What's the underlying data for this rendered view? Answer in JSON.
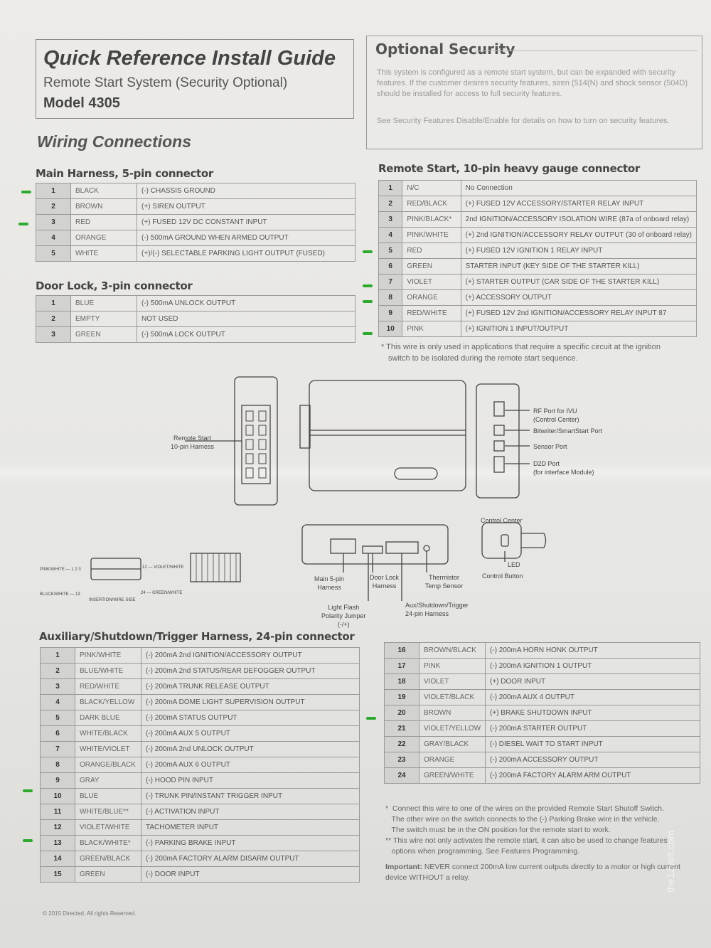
{
  "header": {
    "title": "Quick Reference Install Guide",
    "subtitle": "Remote Start System (Security Optional)",
    "model": "Model 4305"
  },
  "optional_security": {
    "heading": "Optional Security",
    "p1": "This system is configured as a remote start system, but can be expanded with security features. If the customer desires security features, siren (514(N) and shock sensor (504D) should be installed for access to full security features.",
    "p2": "See Security Features Disable/Enable for details on how to turn on security features."
  },
  "wiring_heading": "Wiring Connections",
  "main_harness": {
    "heading": "Main Harness, 5-pin connector",
    "rows": [
      {
        "pin": "1",
        "color": "BLACK",
        "func": "(-) CHASSIS GROUND"
      },
      {
        "pin": "2",
        "color": "BROWN",
        "func": "(+) SIREN OUTPUT"
      },
      {
        "pin": "3",
        "color": "RED",
        "func": "(+) FUSED 12V DC CONSTANT INPUT"
      },
      {
        "pin": "4",
        "color": "ORANGE",
        "func": "(-) 500mA GROUND WHEN ARMED OUTPUT"
      },
      {
        "pin": "5",
        "color": "WHITE",
        "func": "(+)/(-) SELECTABLE PARKING LIGHT OUTPUT (FUSED)"
      }
    ]
  },
  "door_lock": {
    "heading": "Door Lock, 3-pin connector",
    "rows": [
      {
        "pin": "1",
        "color": "BLUE",
        "func": "(-) 500mA UNLOCK OUTPUT"
      },
      {
        "pin": "2",
        "color": "EMPTY",
        "func": "NOT USED"
      },
      {
        "pin": "3",
        "color": "GREEN",
        "func": "(-) 500mA LOCK OUTPUT"
      }
    ]
  },
  "remote_start": {
    "heading": "Remote Start, 10-pin heavy gauge connector",
    "rows": [
      {
        "pin": "1",
        "color": "N/C",
        "func": "No Connection"
      },
      {
        "pin": "2",
        "color": "RED/BLACK",
        "func": "(+) FUSED 12V ACCESSORY/STARTER RELAY INPUT"
      },
      {
        "pin": "3",
        "color": "PINK/BLACK*",
        "func": "2nd IGNITION/ACCESSORY ISOLATION WIRE (87a of onboard relay)"
      },
      {
        "pin": "4",
        "color": "PINK/WHITE",
        "func": "(+) 2nd IGNITION/ACCESSORY RELAY OUTPUT (30 of onboard relay)"
      },
      {
        "pin": "5",
        "color": "RED",
        "func": "(+) FUSED 12V IGNITION 1 RELAY INPUT"
      },
      {
        "pin": "6",
        "color": "GREEN",
        "func": "STARTER INPUT (KEY SIDE OF THE STARTER KILL)"
      },
      {
        "pin": "7",
        "color": "VIOLET",
        "func": "(+) STARTER OUTPUT (CAR SIDE OF THE STARTER KILL)"
      },
      {
        "pin": "8",
        "color": "ORANGE",
        "func": "(+) ACCESSORY OUTPUT"
      },
      {
        "pin": "9",
        "color": "RED/WHITE",
        "func": "(+) FUSED 12V 2nd IGNITION/ACCESSORY RELAY INPUT 87"
      },
      {
        "pin": "10",
        "color": "PINK",
        "func": "(+) IGNITION 1 INPUT/OUTPUT"
      }
    ],
    "note_line1": "* This wire is only used in applications that require a specific circuit at the ignition",
    "note_line2": "switch to be isolated during the remote start sequence."
  },
  "diagram": {
    "remote_start_harness": "Remote Start\n10-pin Harness",
    "rf_port": "RF Port for IVU\n(Control Center)",
    "bitwriter": "Bitwriter/SmartStart Port",
    "sensor_port": "Sensor Port",
    "d2d_port": "D2D Port\n(for interface Module)",
    "control_center": "Control Center",
    "led": "LED",
    "control_button": "Control Button",
    "main_5pin": "Main 5-pin\nHarness",
    "door_lock_harness": "Door Lock\nHarness",
    "thermistor": "Thermistor\nTemp Sensor",
    "light_flash": "Light Flash\nPolarity Jumper\n(-/+)",
    "aux_harness": "Aux/Shutdown/Trigger\n24-pin Harness",
    "conn_pink_white": "PINK/WHITE — 1  2  3",
    "conn_violet_white": "12 — VIOLET/WHITE",
    "conn_black_white": "BLACK/WHITE — 13",
    "conn_green_white": "24 — GREEN/WHITE",
    "conn_insertion": "INSERTION/WIRE SIDE"
  },
  "aux_harness": {
    "heading": "Auxiliary/Shutdown/Trigger Harness, 24-pin connector",
    "left_rows": [
      {
        "pin": "1",
        "color": "PINK/WHITE",
        "func": "(-) 200mA 2nd IGNITION/ACCESSORY OUTPUT"
      },
      {
        "pin": "2",
        "color": "BLUE/WHITE",
        "func": "(-) 200mA 2nd STATUS/REAR DEFOGGER OUTPUT"
      },
      {
        "pin": "3",
        "color": "RED/WHITE",
        "func": "(-) 200mA TRUNK RELEASE OUTPUT"
      },
      {
        "pin": "4",
        "color": "BLACK/YELLOW",
        "func": "(-) 200mA DOME LIGHT SUPERVISION OUTPUT"
      },
      {
        "pin": "5",
        "color": "DARK BLUE",
        "func": "(-) 200mA STATUS OUTPUT"
      },
      {
        "pin": "6",
        "color": "WHITE/BLACK",
        "func": "(-) 200mA AUX 5 OUTPUT"
      },
      {
        "pin": "7",
        "color": "WHITE/VIOLET",
        "func": "(-) 200mA 2nd UNLOCK OUTPUT"
      },
      {
        "pin": "8",
        "color": "ORANGE/BLACK",
        "func": "(-) 200mA AUX 6 OUTPUT"
      },
      {
        "pin": "9",
        "color": "GRAY",
        "func": "(-) HOOD PIN INPUT"
      },
      {
        "pin": "10",
        "color": "BLUE",
        "func": "(-) TRUNK PIN/INSTANT TRIGGER INPUT"
      },
      {
        "pin": "11",
        "color": "WHITE/BLUE**",
        "func": "(-) ACTIVATION INPUT"
      },
      {
        "pin": "12",
        "color": "VIOLET/WHITE",
        "func": "TACHOMETER INPUT"
      },
      {
        "pin": "13",
        "color": "BLACK/WHITE*",
        "func": "(-) PARKING BRAKE INPUT"
      },
      {
        "pin": "14",
        "color": "GREEN/BLACK",
        "func": "(-) 200mA FACTORY ALARM DISARM OUTPUT"
      },
      {
        "pin": "15",
        "color": "GREEN",
        "func": "(-) DOOR INPUT"
      }
    ],
    "right_rows": [
      {
        "pin": "16",
        "color": "BROWN/BLACK",
        "func": "(-) 200mA HORN HONK OUTPUT"
      },
      {
        "pin": "17",
        "color": "PINK",
        "func": "(-) 200mA IGNITION 1 OUTPUT"
      },
      {
        "pin": "18",
        "color": "VIOLET",
        "func": "(+) DOOR INPUT"
      },
      {
        "pin": "19",
        "color": "VIOLET/BLACK",
        "func": "(-) 200mA AUX 4 OUTPUT"
      },
      {
        "pin": "20",
        "color": "BROWN",
        "func": "(+) BRAKE SHUTDOWN INPUT"
      },
      {
        "pin": "21",
        "color": "VIOLET/YELLOW",
        "func": "(-) 200mA STARTER OUTPUT"
      },
      {
        "pin": "22",
        "color": "GRAY/BLACK",
        "func": "(-) DIESEL WAIT TO START INPUT"
      },
      {
        "pin": "23",
        "color": "ORANGE",
        "func": "(-) 200mA ACCESSORY OUTPUT"
      },
      {
        "pin": "24",
        "color": "GREEN/WHITE",
        "func": "(-) 200mA FACTORY ALARM ARM OUTPUT"
      }
    ],
    "notes": [
      "*  Connect this wire to one of the wires on the provided Remote Start Shutoff Switch.",
      "   The other wire on the switch connects to the (-) Parking Brake wire in the vehicle.",
      "   The switch must be in the ON position for the remote start to work.",
      "** This wire not only activates the remote start, it can also be used to change features",
      "   options when programming. See Features Programming."
    ],
    "important_label": "Important:",
    "important_text": "NEVER connect 200mA low current outputs directly to a motor or high current device WITHOUT a relay."
  },
  "footer": "© 2015 Directed. All rights Reserved.",
  "watermark": "the12volt.com",
  "accent_colors": {
    "marker": "#2ea82e",
    "pin_cell": "#d2d2ce"
  }
}
